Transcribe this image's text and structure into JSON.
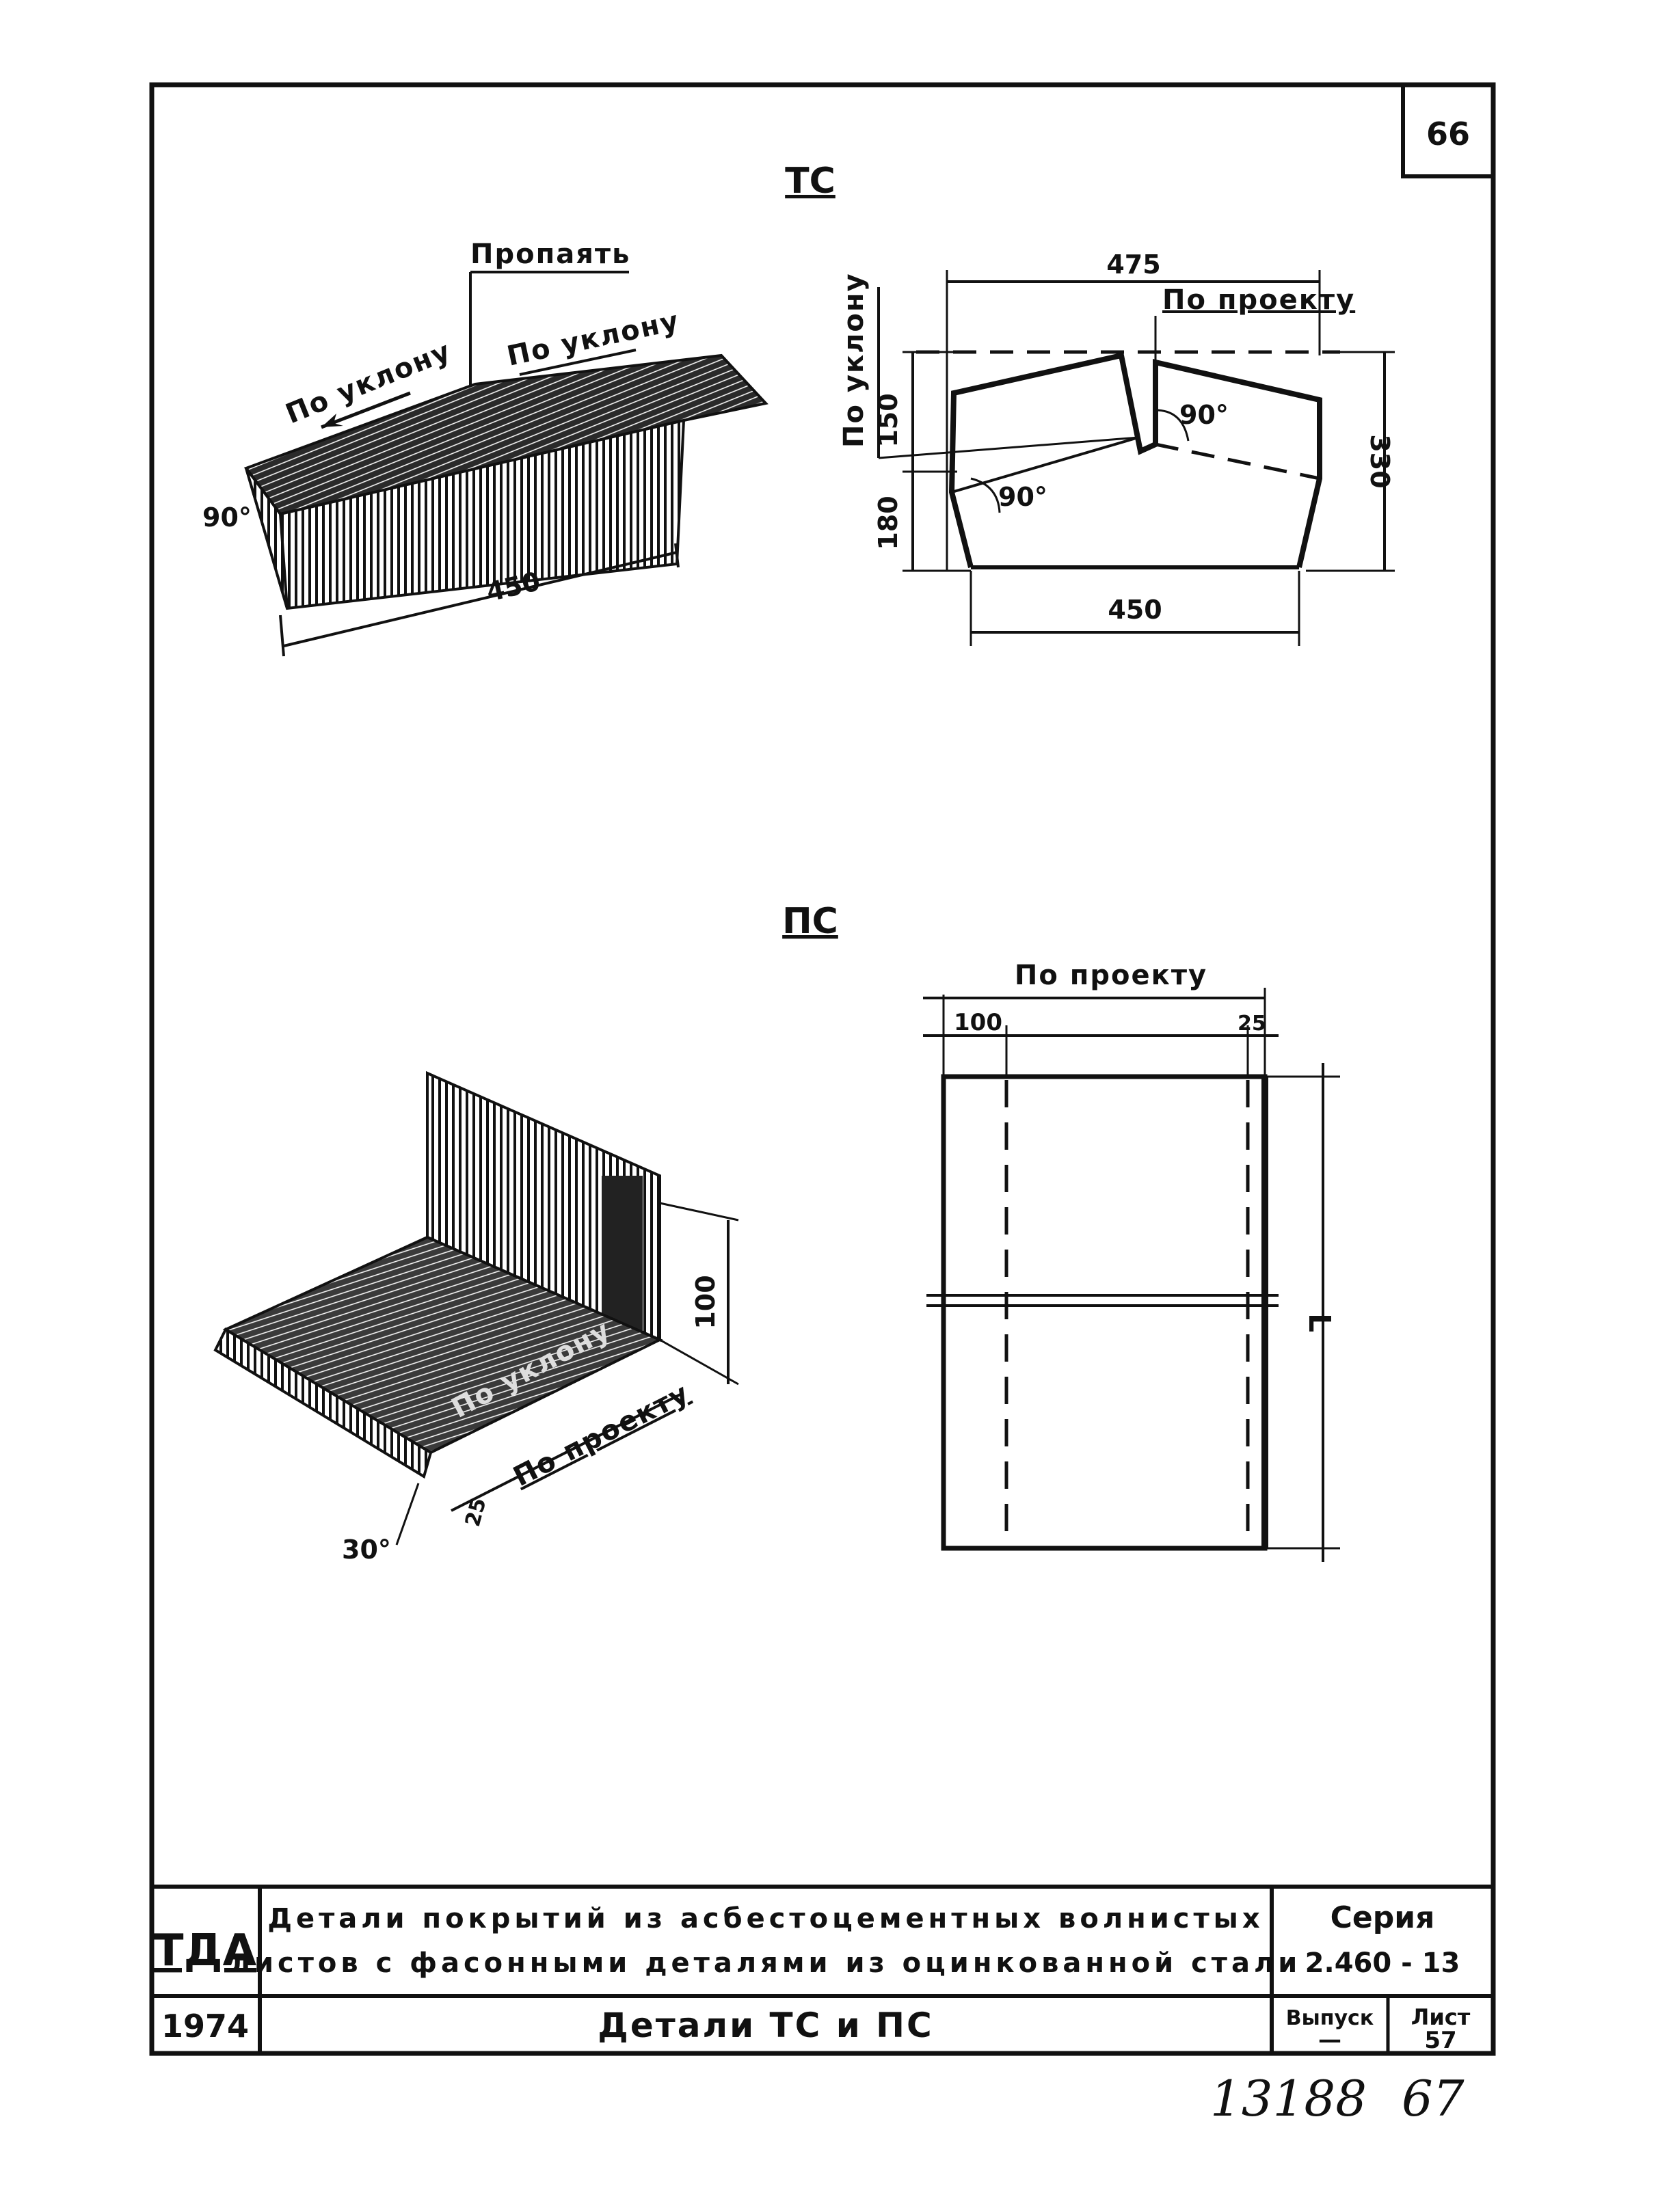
{
  "sheet": {
    "page_number": "66",
    "handwritten_numbers": [
      "13188",
      "67"
    ]
  },
  "tc": {
    "title": "ТС",
    "iso": {
      "solder_label": "Пропаять",
      "slope_left": "По уклону",
      "slope_right": "По уклону",
      "angle": "90°",
      "length": "450"
    },
    "plan": {
      "top_width": "475",
      "project_label": "По проекту",
      "slope_vertical": "По уклону",
      "upper_height": "150",
      "lower_height": "180",
      "total_height": "330",
      "bottom_width": "450",
      "angle_top": "90°",
      "angle_bottom": "90°"
    }
  },
  "pc": {
    "title": "ПС",
    "iso": {
      "height": "100",
      "slope_label": "По уклону",
      "project_label": "По проекту",
      "angle": "30°",
      "small_dim": "25"
    },
    "plan": {
      "project_label": "По проекту",
      "left_dim": "100",
      "right_dim": "25",
      "length_label": "L"
    }
  },
  "title_block": {
    "org_logo": "ТДА",
    "description_line1": "Детали покрытий из асбестоцементных волнистых",
    "description_line2": "листов с фасонными деталями из оцинкованной стали",
    "series_label": "Серия",
    "series_value": "2.460 - 13",
    "year": "1974",
    "sheet_title": "Детали ТС и ПС",
    "issue_label": "Выпуск",
    "issue_value": "—",
    "sheet_label": "Лист",
    "sheet_value": "57"
  }
}
